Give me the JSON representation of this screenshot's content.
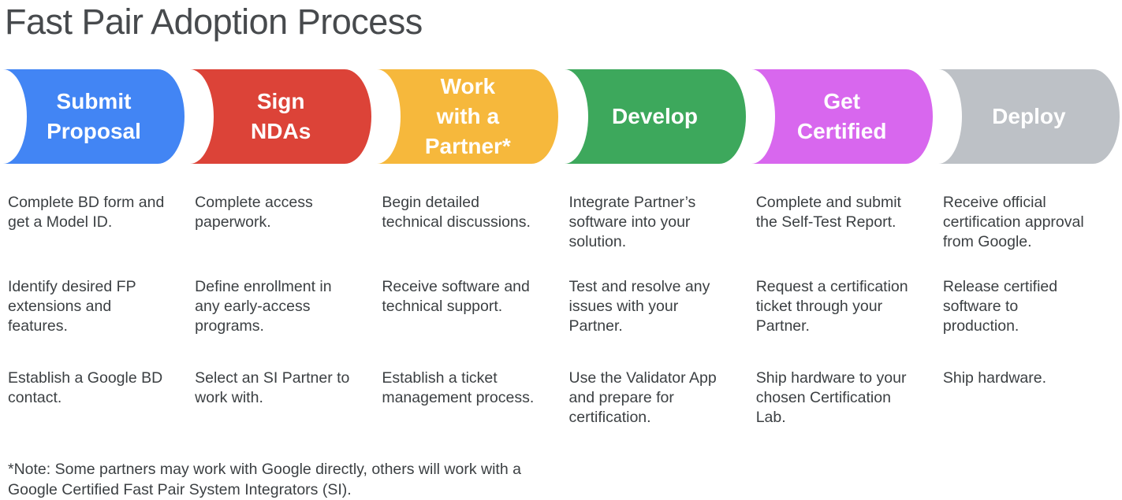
{
  "title": "Fast Pair Adoption Process",
  "colors": {
    "title_text": "#474A4D",
    "body_text": "#3C4043",
    "step_label_text": "#FFFFFF",
    "background": "#FFFFFF"
  },
  "steps": [
    {
      "label": "Submit\nProposal",
      "color": "#4285F4",
      "items": [
        "Complete BD form and\nget a Model ID.",
        "Identify desired FP\nextensions and\nfeatures.",
        "Establish a Google BD\ncontact."
      ]
    },
    {
      "label": "Sign\nNDAs",
      "color": "#DC4338",
      "items": [
        "Complete access\npaperwork.",
        "Define enrollment in\nany early-access\nprograms.",
        "Select an SI Partner to\nwork with."
      ]
    },
    {
      "label": "Work\nwith a\nPartner*",
      "color": "#F6B83C",
      "items": [
        "Begin detailed\ntechnical discussions.",
        "Receive software and\ntechnical support.",
        "Establish a ticket\nmanagement process."
      ]
    },
    {
      "label": "Develop",
      "color": "#3DA85C",
      "items": [
        "Integrate Partner’s\nsoftware into your\nsolution.",
        "Test and resolve any\nissues with your\nPartner.",
        "Use the Validator App\nand prepare for\ncertification."
      ]
    },
    {
      "label": "Get\nCertified",
      "color": "#D867EE",
      "items": [
        "Complete and submit\nthe Self-Test Report.",
        "Request a certification\nticket through your\nPartner.",
        "Ship hardware to your\nchosen Certification\nLab."
      ]
    },
    {
      "label": "Deploy",
      "color": "#BDC1C6",
      "items": [
        "Receive official\ncertification approval\nfrom Google.",
        "Release certified\nsoftware to\nproduction.",
        "Ship hardware."
      ]
    }
  ],
  "footnote": "*Note: Some partners may work with Google directly, others will work with a\nGoogle Certified Fast Pair System Integrators (SI)."
}
